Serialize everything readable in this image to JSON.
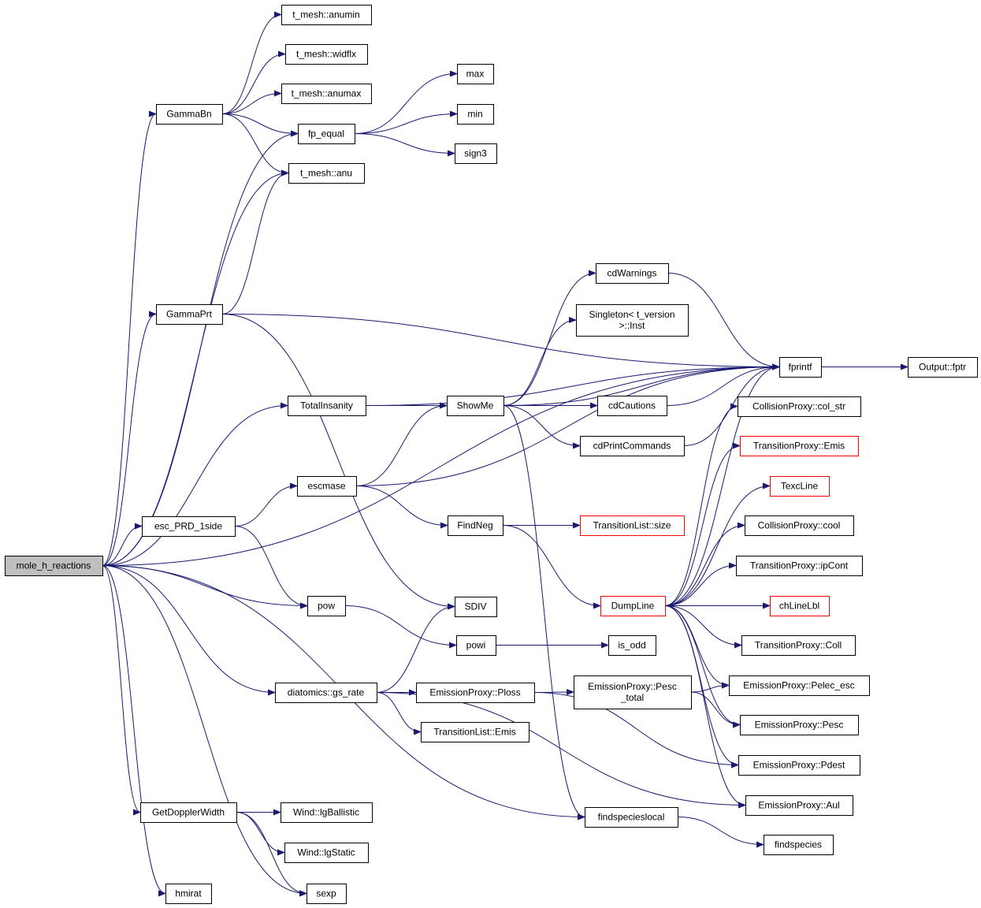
{
  "graph_title": "",
  "colors": {
    "edge": "#191970",
    "root_fill": "#bfbfbf",
    "node_border": "#000000",
    "truncated_border": "#ff0000"
  },
  "nodes": [
    {
      "id": "mole_h_reactions",
      "label": [
        "mole_h_reactions"
      ],
      "root": true
    },
    {
      "id": "GammaBn",
      "label": [
        "GammaBn"
      ]
    },
    {
      "id": "anumin",
      "label": [
        "t_mesh::anumin"
      ]
    },
    {
      "id": "widflx",
      "label": [
        "t_mesh::widflx"
      ]
    },
    {
      "id": "anumax",
      "label": [
        "t_mesh::anumax"
      ]
    },
    {
      "id": "fp_equal",
      "label": [
        "fp_equal"
      ]
    },
    {
      "id": "max",
      "label": [
        "max"
      ]
    },
    {
      "id": "min",
      "label": [
        "min"
      ]
    },
    {
      "id": "sign3",
      "label": [
        "sign3"
      ]
    },
    {
      "id": "anu",
      "label": [
        "t_mesh::anu"
      ]
    },
    {
      "id": "GammaPrt",
      "label": [
        "GammaPrt"
      ]
    },
    {
      "id": "cdWarnings",
      "label": [
        "cdWarnings"
      ]
    },
    {
      "id": "SingletonInst",
      "label": [
        "Singleton< t_version",
        ">::Inst"
      ]
    },
    {
      "id": "fprintf",
      "label": [
        "fprintf"
      ]
    },
    {
      "id": "fptr",
      "label": [
        "Output::fptr"
      ]
    },
    {
      "id": "TotalInsanity",
      "label": [
        "TotalInsanity"
      ]
    },
    {
      "id": "ShowMe",
      "label": [
        "ShowMe"
      ]
    },
    {
      "id": "cdCautions",
      "label": [
        "cdCautions"
      ]
    },
    {
      "id": "col_str",
      "label": [
        "CollisionProxy::col_str"
      ]
    },
    {
      "id": "cdPrintCommands",
      "label": [
        "cdPrintCommands"
      ]
    },
    {
      "id": "TP_Emis",
      "label": [
        "TransitionProxy::Emis"
      ],
      "red": true
    },
    {
      "id": "escmase",
      "label": [
        "escmase"
      ]
    },
    {
      "id": "TexcLine",
      "label": [
        "TexcLine"
      ],
      "red": true
    },
    {
      "id": "esc_PRD_1side",
      "label": [
        "esc_PRD_1side"
      ]
    },
    {
      "id": "FindNeg",
      "label": [
        "FindNeg"
      ]
    },
    {
      "id": "TL_size",
      "label": [
        "TransitionList::size"
      ],
      "red": true
    },
    {
      "id": "cool",
      "label": [
        "CollisionProxy::cool"
      ]
    },
    {
      "id": "ipCont",
      "label": [
        "TransitionProxy::ipCont"
      ]
    },
    {
      "id": "DumpLine",
      "label": [
        "DumpLine"
      ],
      "red": true
    },
    {
      "id": "chLineLbl",
      "label": [
        "chLineLbl"
      ],
      "red": true
    },
    {
      "id": "pow",
      "label": [
        "pow"
      ]
    },
    {
      "id": "SDIV",
      "label": [
        "SDIV"
      ]
    },
    {
      "id": "powi",
      "label": [
        "powi"
      ]
    },
    {
      "id": "is_odd",
      "label": [
        "is_odd"
      ]
    },
    {
      "id": "Coll",
      "label": [
        "TransitionProxy::Coll"
      ]
    },
    {
      "id": "gs_rate",
      "label": [
        "diatomics::gs_rate"
      ]
    },
    {
      "id": "Ploss",
      "label": [
        "EmissionProxy::Ploss"
      ]
    },
    {
      "id": "Pesc_total",
      "label": [
        "EmissionProxy::Pesc",
        "_total"
      ]
    },
    {
      "id": "Pelec_esc",
      "label": [
        "EmissionProxy::Pelec_esc"
      ]
    },
    {
      "id": "Pesc",
      "label": [
        "EmissionProxy::Pesc"
      ]
    },
    {
      "id": "TL_Emis",
      "label": [
        "TransitionList::Emis"
      ]
    },
    {
      "id": "Pdest",
      "label": [
        "EmissionProxy::Pdest"
      ]
    },
    {
      "id": "Aul",
      "label": [
        "EmissionProxy::Aul"
      ]
    },
    {
      "id": "GetDopplerWidth",
      "label": [
        "GetDopplerWidth"
      ]
    },
    {
      "id": "lgBallistic",
      "label": [
        "Wind::lgBallistic"
      ]
    },
    {
      "id": "findspecieslocal",
      "label": [
        "findspecieslocal"
      ]
    },
    {
      "id": "lgStatic",
      "label": [
        "Wind::lgStatic"
      ]
    },
    {
      "id": "findspecies",
      "label": [
        "findspecies"
      ]
    },
    {
      "id": "hmirat",
      "label": [
        "hmirat"
      ]
    },
    {
      "id": "sexp",
      "label": [
        "sexp"
      ]
    }
  ],
  "edges": [
    [
      "mole_h_reactions",
      "GammaBn"
    ],
    [
      "mole_h_reactions",
      "fp_equal"
    ],
    [
      "mole_h_reactions",
      "anu"
    ],
    [
      "mole_h_reactions",
      "GammaPrt"
    ],
    [
      "mole_h_reactions",
      "TotalInsanity"
    ],
    [
      "mole_h_reactions",
      "esc_PRD_1side"
    ],
    [
      "mole_h_reactions",
      "fprintf"
    ],
    [
      "mole_h_reactions",
      "pow"
    ],
    [
      "mole_h_reactions",
      "gs_rate"
    ],
    [
      "mole_h_reactions",
      "findspecieslocal"
    ],
    [
      "mole_h_reactions",
      "GetDopplerWidth"
    ],
    [
      "mole_h_reactions",
      "hmirat"
    ],
    [
      "mole_h_reactions",
      "sexp"
    ],
    [
      "GammaBn",
      "anumin"
    ],
    [
      "GammaBn",
      "widflx"
    ],
    [
      "GammaBn",
      "anumax"
    ],
    [
      "GammaBn",
      "fp_equal"
    ],
    [
      "GammaBn",
      "anu"
    ],
    [
      "fp_equal",
      "max"
    ],
    [
      "fp_equal",
      "min"
    ],
    [
      "fp_equal",
      "sign3"
    ],
    [
      "GammaPrt",
      "anu"
    ],
    [
      "GammaPrt",
      "fprintf"
    ],
    [
      "GammaPrt",
      "SDIV"
    ],
    [
      "TotalInsanity",
      "fprintf"
    ],
    [
      "TotalInsanity",
      "ShowMe"
    ],
    [
      "ShowMe",
      "cdWarnings"
    ],
    [
      "ShowMe",
      "SingletonInst"
    ],
    [
      "ShowMe",
      "fprintf"
    ],
    [
      "ShowMe",
      "cdCautions"
    ],
    [
      "ShowMe",
      "cdPrintCommands"
    ],
    [
      "ShowMe",
      "findspecieslocal"
    ],
    [
      "cdWarnings",
      "fprintf"
    ],
    [
      "cdCautions",
      "fprintf"
    ],
    [
      "cdPrintCommands",
      "fprintf"
    ],
    [
      "fprintf",
      "fptr"
    ],
    [
      "esc_PRD_1side",
      "escmase"
    ],
    [
      "esc_PRD_1side",
      "pow"
    ],
    [
      "escmase",
      "ShowMe"
    ],
    [
      "escmase",
      "fprintf"
    ],
    [
      "escmase",
      "FindNeg"
    ],
    [
      "FindNeg",
      "TL_size"
    ],
    [
      "FindNeg",
      "DumpLine"
    ],
    [
      "DumpLine",
      "fprintf"
    ],
    [
      "DumpLine",
      "col_str"
    ],
    [
      "DumpLine",
      "TP_Emis"
    ],
    [
      "DumpLine",
      "TexcLine"
    ],
    [
      "DumpLine",
      "cool"
    ],
    [
      "DumpLine",
      "ipCont"
    ],
    [
      "DumpLine",
      "chLineLbl"
    ],
    [
      "DumpLine",
      "Coll"
    ],
    [
      "DumpLine",
      "Pelec_esc"
    ],
    [
      "DumpLine",
      "Pesc"
    ],
    [
      "DumpLine",
      "Pdest"
    ],
    [
      "DumpLine",
      "Aul"
    ],
    [
      "pow",
      "powi"
    ],
    [
      "powi",
      "is_odd"
    ],
    [
      "gs_rate",
      "SDIV"
    ],
    [
      "gs_rate",
      "Ploss"
    ],
    [
      "gs_rate",
      "TL_Emis"
    ],
    [
      "gs_rate",
      "Aul"
    ],
    [
      "Ploss",
      "Pesc_total"
    ],
    [
      "Ploss",
      "Pdest"
    ],
    [
      "Pesc_total",
      "Pelec_esc"
    ],
    [
      "Pesc_total",
      "Pesc"
    ],
    [
      "GetDopplerWidth",
      "lgBallistic"
    ],
    [
      "GetDopplerWidth",
      "lgStatic"
    ],
    [
      "GetDopplerWidth",
      "sexp"
    ],
    [
      "findspecieslocal",
      "findspecies"
    ]
  ]
}
